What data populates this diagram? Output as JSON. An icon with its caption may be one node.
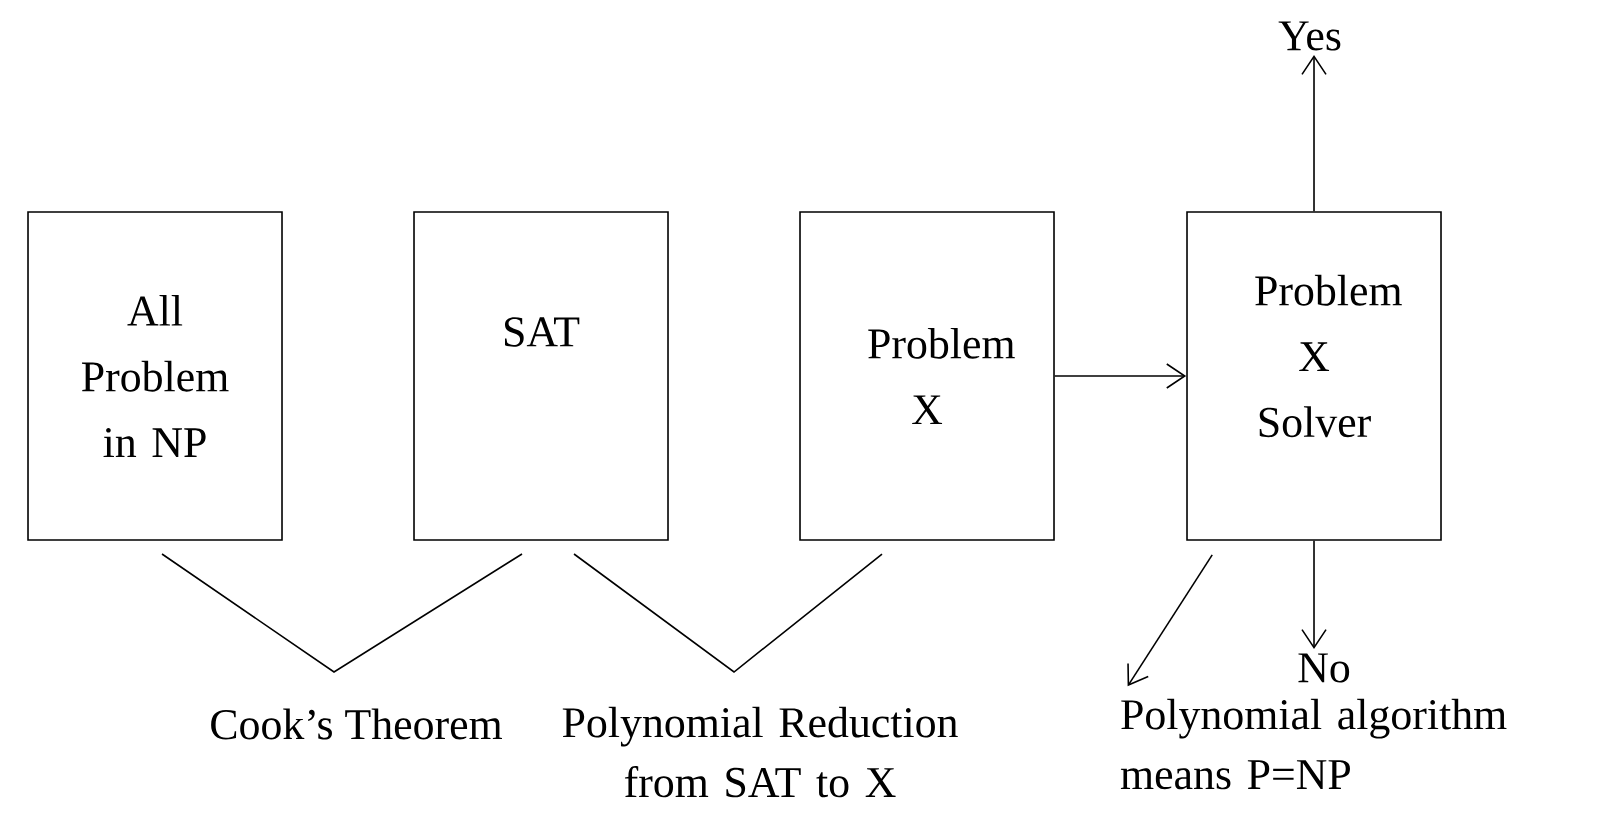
{
  "diagram": {
    "nodes": [
      {
        "text": [
          "All Problem in NP"
        ]
      },
      {
        "text": [
          "SAT"
        ]
      },
      {
        "text": [
          "Problem X"
        ]
      },
      {
        "text": [
          "Problem X Solver"
        ]
      },
      {
        "text": [
          "Yes"
        ]
      },
      {
        "text": [
          "No"
        ]
      },
      {
        "text": [
          "Polynomial algorithm means P=NP"
        ]
      }
    ],
    "edges": [
      {
        "from": 2,
        "to": 3,
        "arrow": "to"
      },
      {
        "from": 3,
        "to": 4,
        "arrow": "to"
      },
      {
        "from": 3,
        "to": 5,
        "arrow": "to"
      },
      {
        "from": 3,
        "to": 6,
        "arrow": "to"
      }
    ],
    "labels": [
      "Cook’s Theorem",
      "Polynomial Reduction from SAT to X"
    ]
  }
}
